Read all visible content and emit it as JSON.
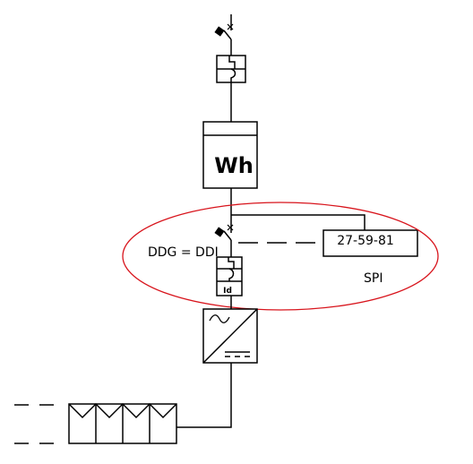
{
  "labels": {
    "ddg": "DDG = DDI",
    "relay": "27-59-81",
    "spi": "SPI",
    "meter": "Wh",
    "differential": "Id"
  },
  "colors": {
    "line": "#000000",
    "ellipse": "#d8141c",
    "background": "#ffffff"
  }
}
